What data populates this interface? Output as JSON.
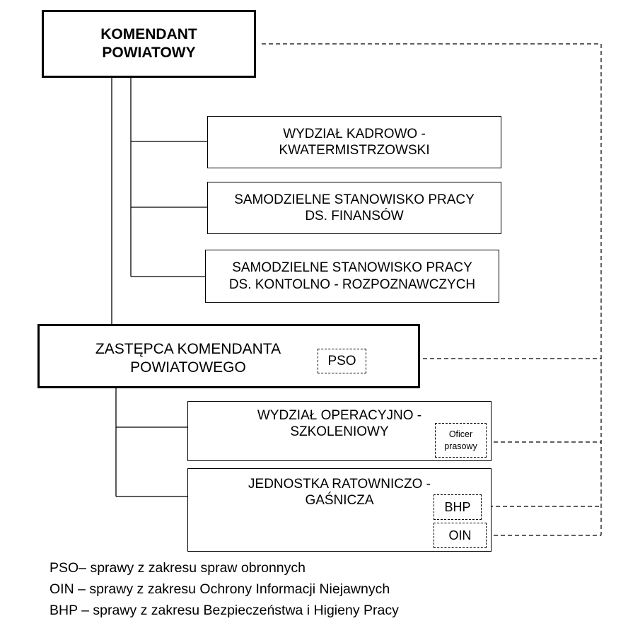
{
  "chart": {
    "top": {
      "line1": "KOMENDANT",
      "line2": "POWIATOWY"
    },
    "subunits_top": [
      {
        "line1": "WYDZIAŁ KADROWO -",
        "line2": "KWATERMISTRZOWSKI"
      },
      {
        "line1": "SAMODZIELNE STANOWISKO PRACY",
        "line2": "DS. FINANSÓW"
      },
      {
        "line1": "SAMODZIELNE STANOWISKO PRACY",
        "line2": "DS. KONTOLNO - ROZPOZNAWCZYCH"
      }
    ],
    "deputy": {
      "line1": "ZASTĘPCA KOMENDANTA",
      "line2": "POWIATOWEGO",
      "tag": "PSO"
    },
    "subunits_deputy": [
      {
        "line1": "WYDZIAŁ OPERACYJNO -",
        "line2": "SZKOLENIOWY",
        "tag_line1": "Oficer",
        "tag_line2": "prasowy"
      },
      {
        "line1": "JEDNOSTKA RATOWNICZO -",
        "line2": "GAŚNICZA",
        "tags": [
          "BHP",
          "OIN"
        ]
      }
    ]
  },
  "legend": [
    "PSO– sprawy z zakresu spraw obronnych",
    "OIN – sprawy z zakresu Ochrony Informacji Niejawnych",
    "BHP – sprawy z zakresu Bezpieczeństwa i Higieny Pracy"
  ]
}
